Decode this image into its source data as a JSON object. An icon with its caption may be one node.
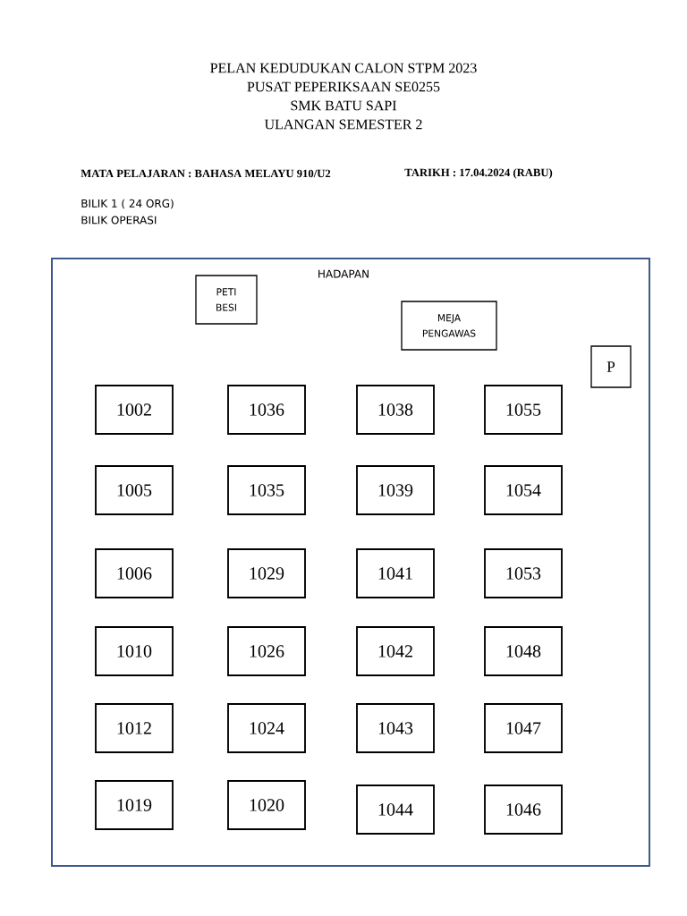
{
  "diagram": {
    "title": "PELAN KEDUDUKAN CALON STPM 2023",
    "nodes": [
      {
        "text": [
          "HADAPAN"
        ]
      },
      {
        "text": [
          "PETI BESI"
        ],
        "in": 0
      },
      {
        "text": [
          "MEJA PENGAWAS"
        ],
        "in": 0
      },
      {
        "text": [
          "P"
        ],
        "in": 0
      },
      {
        "text": [
          "1002"
        ],
        "in": 0
      },
      {
        "text": [
          "1036"
        ],
        "in": 0
      },
      {
        "text": [
          "1038"
        ],
        "in": 0
      },
      {
        "text": [
          "1055"
        ],
        "in": 0
      },
      {
        "text": [
          "1005"
        ],
        "in": 0
      },
      {
        "text": [
          "1035"
        ],
        "in": 0
      },
      {
        "text": [
          "1039"
        ],
        "in": 0
      },
      {
        "text": [
          "1054"
        ],
        "in": 0
      },
      {
        "text": [
          "1006"
        ],
        "in": 0
      },
      {
        "text": [
          "1029"
        ],
        "in": 0
      },
      {
        "text": [
          "1041"
        ],
        "in": 0
      },
      {
        "text": [
          "1053"
        ],
        "in": 0
      },
      {
        "text": [
          "1010"
        ],
        "in": 0
      },
      {
        "text": [
          "1026"
        ],
        "in": 0
      },
      {
        "text": [
          "1042"
        ],
        "in": 0
      },
      {
        "text": [
          "1048"
        ],
        "in": 0
      },
      {
        "text": [
          "1012"
        ],
        "in": 0
      },
      {
        "text": [
          "1024"
        ],
        "in": 0
      },
      {
        "text": [
          "1043"
        ],
        "in": 0
      },
      {
        "text": [
          "1047"
        ],
        "in": 0
      },
      {
        "text": [
          "1019"
        ],
        "in": 0
      },
      {
        "text": [
          "1020"
        ],
        "in": 0
      },
      {
        "text": [
          "1044"
        ],
        "in": 0
      },
      {
        "text": [
          "1046"
        ],
        "in": 0
      }
    ],
    "labels": [
      "PUSAT PEPERIKSAAN SE0255",
      "SMK BATU SAPI",
      "ULANGAN SEMESTER 2",
      "MATA PELAJARAN  : BAHASA MELAYU 910/U2",
      "TARIKH : 17.04.2024 (RABU)",
      "BILIK 1 ( 24 ORG)",
      "BILIK OPERASI"
    ]
  }
}
